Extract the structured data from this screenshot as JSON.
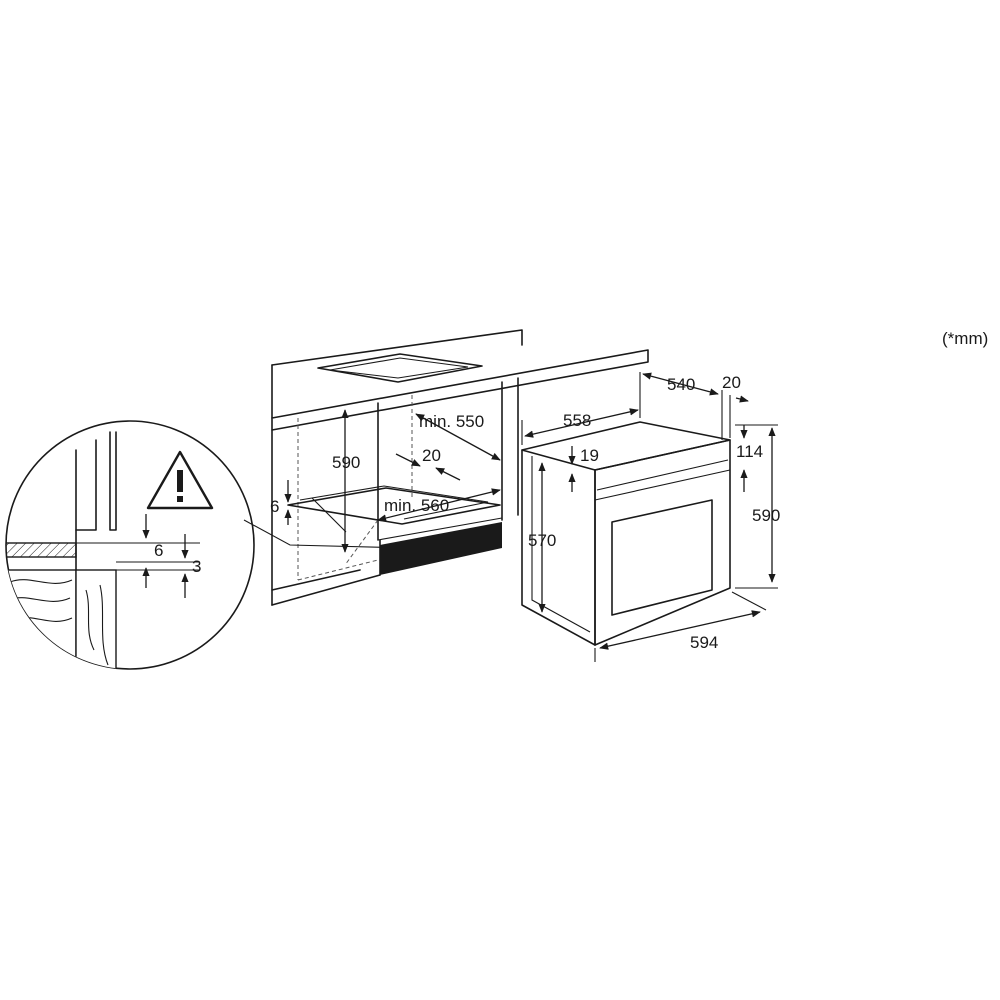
{
  "unit_note": "(*mm)",
  "cabinet": {
    "height": "590",
    "min_depth": "min. 550",
    "gap_rear": "20",
    "min_width": "min. 560",
    "floor_gap": "6"
  },
  "detail": {
    "gap_a": "6",
    "gap_b": "3"
  },
  "oven": {
    "depth_body": "540",
    "panel_depth": "20",
    "width_body": "558",
    "top_offset": "19",
    "control_height": "114",
    "height_body": "570",
    "height_total": "590",
    "width_total": "594"
  },
  "colors": {
    "line": "#1a1a1a",
    "background": "#ffffff"
  }
}
